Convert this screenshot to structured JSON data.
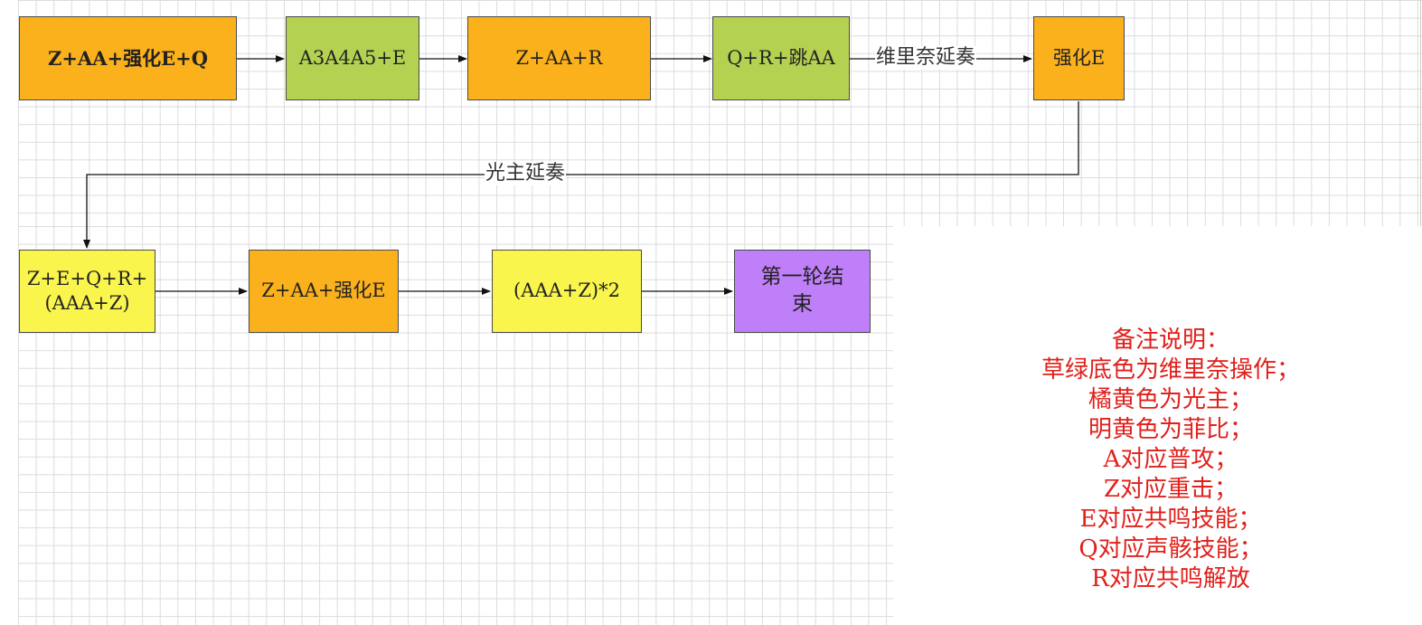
{
  "nodes": [
    {
      "text": "Z+AA+强化E+Q",
      "color": "orange"
    },
    {
      "text": "A3A4A5+E",
      "color": "green"
    },
    {
      "text": "Z+AA+R",
      "color": "orange"
    },
    {
      "text": "Q+R+跳AA",
      "color": "green"
    },
    {
      "text": "强化E",
      "color": "orange"
    },
    {
      "text": "Z+E+Q+R+\n(AAA+Z)",
      "color": "yellow"
    },
    {
      "text": "Z+AA+强化E",
      "color": "orange"
    },
    {
      "text": "(AAA+Z)*2",
      "color": "yellow"
    },
    {
      "text": "第一轮结\n束",
      "color": "purple"
    }
  ],
  "edge_labels": {
    "vilinai": "维里奈延奏",
    "guangzhu": "光主延奏"
  },
  "notes": {
    "lines": [
      "备注说明：",
      "草绿底色为维里奈操作；",
      "橘黄色为光主；",
      "明黄色为菲比；",
      "A对应普攻；",
      "Z对应重击；",
      "E对应共鸣技能；",
      "Q对应声骸技能；",
      "R对应共鸣解放"
    ]
  },
  "colors": {
    "orange": "#fbb11b",
    "green": "#b4d152",
    "yellow": "#f9f54d",
    "purple": "#bf7ff8",
    "note_text": "#e0201b"
  }
}
